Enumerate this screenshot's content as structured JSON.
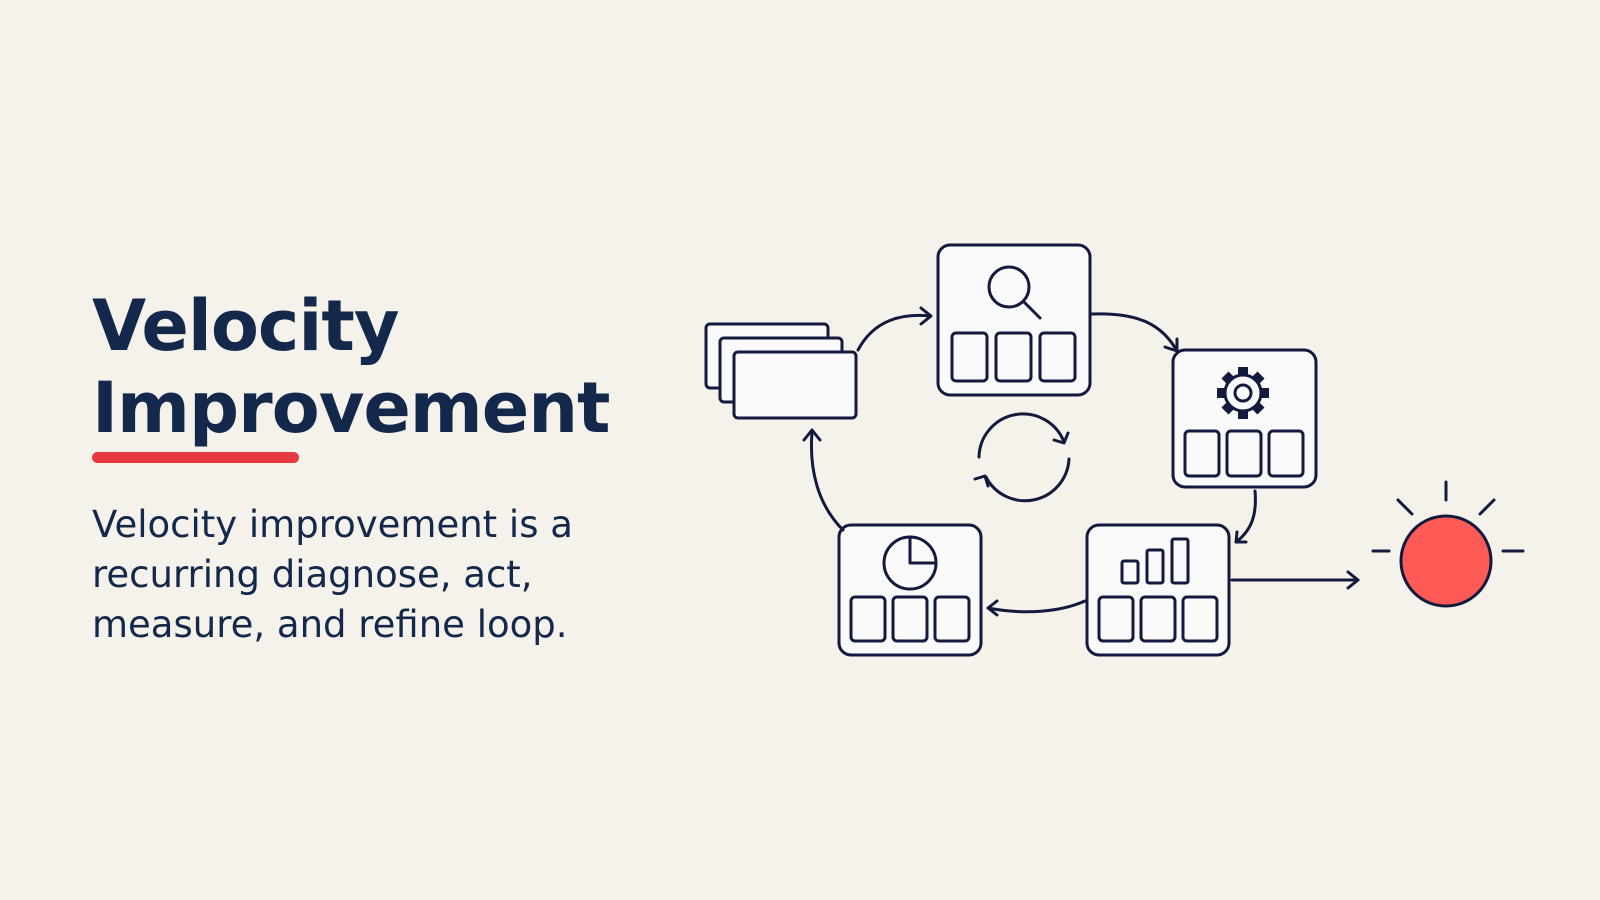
{
  "slide": {
    "title_line1": "Velocity",
    "title_line2": "Improvement",
    "description": "Velocity improvement is a recurring diagnose, act, measure, and refine loop."
  },
  "colors": {
    "background": "#f5f1eb",
    "ink": "#13284a",
    "stroke": "#121a3d",
    "accent": "#e5393f",
    "sun_fill": "#ff5a55",
    "card_fill": "#fafafa"
  },
  "diagram": {
    "icons": [
      "stacked-cards-icon",
      "search-icon",
      "gear-icon",
      "bar-chart-icon",
      "pie-chart-icon",
      "refresh-cycle-icon",
      "sun-icon"
    ]
  }
}
